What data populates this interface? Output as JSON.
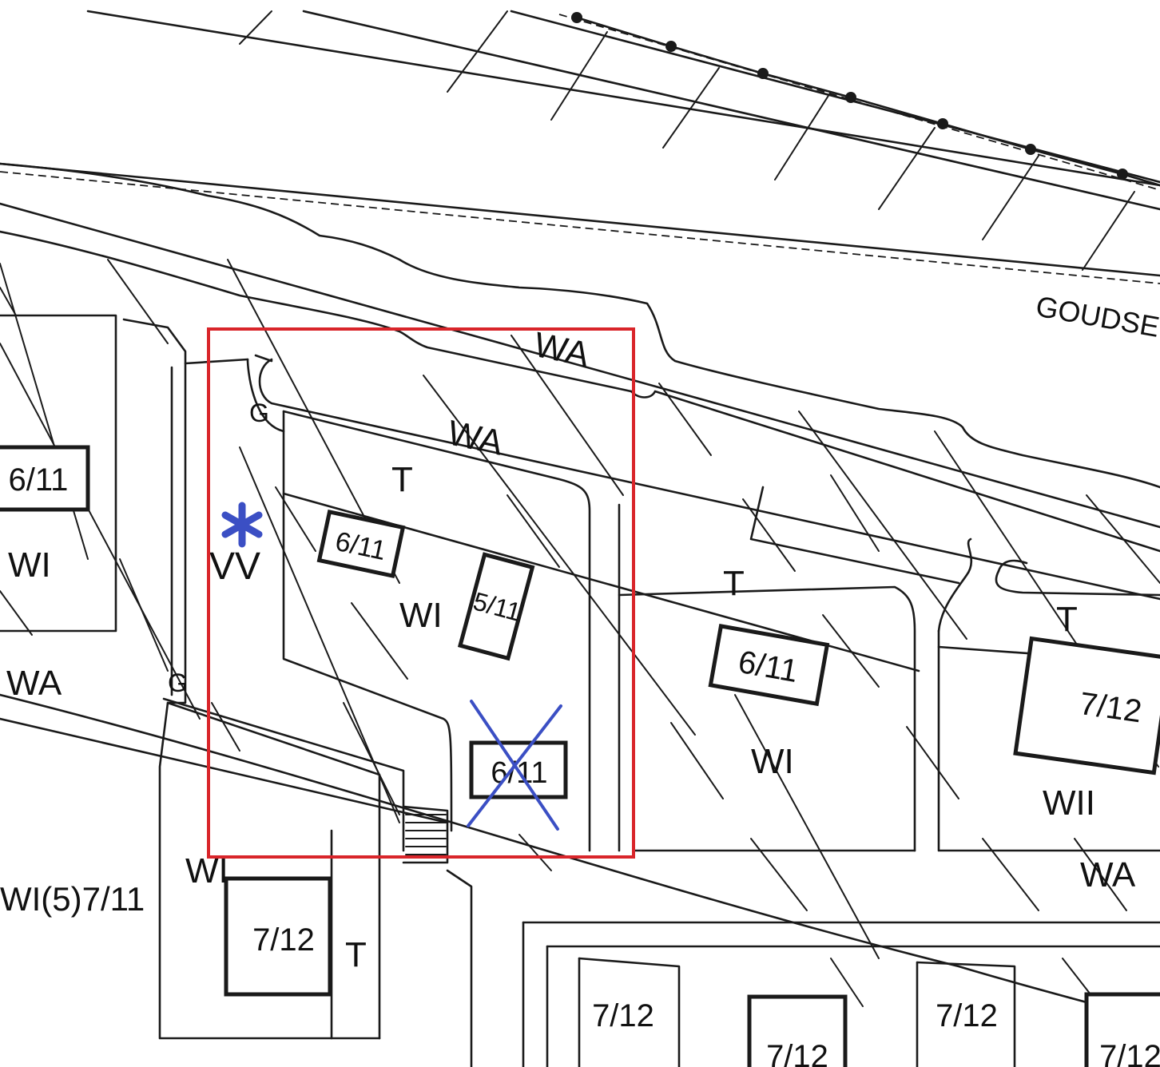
{
  "colors": {
    "linework": "#1a1a1a",
    "highlight_rectangle": "#d9252a",
    "annotation_blue": "#3b4fc4",
    "background": "#ffffff"
  },
  "street_name": "GOUDSE HO",
  "labels": {
    "wa_top": "WA",
    "wa_inner": "WA",
    "t_inner": "T",
    "vv": "VV",
    "wi_left": "WI",
    "wa_left": "WA",
    "wi_center": "WI",
    "g_top": "G",
    "g_bottom": "G",
    "t_right": "T",
    "wi_right": "WI",
    "t_far_right": "T",
    "wii_right": "WII",
    "wa_bottom_right": "WA",
    "wi_bottom_left": "WI",
    "wi5_bottom_left": "WI(5)7/11",
    "t_bottom": "T"
  },
  "height_boxes": {
    "left": "6/11",
    "center_top": "6/11",
    "center_rotated": "5/11",
    "crossed": "6/11",
    "right": "6/11",
    "far_right": "7/12",
    "bottom_left": "7/12",
    "bottom_1": "7/12",
    "bottom_2": "7/12",
    "bottom_3": "7/12",
    "bottom_4": "7/12"
  },
  "annotations": {
    "marker": "asterisk",
    "marked_symbol": "cross-out"
  }
}
